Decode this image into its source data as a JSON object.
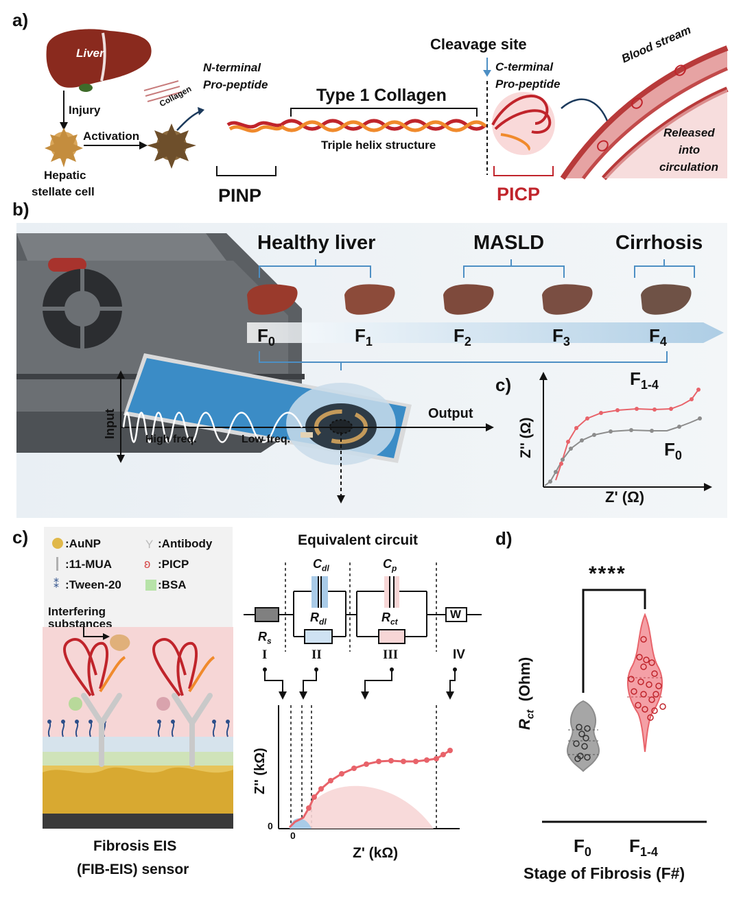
{
  "panel_a": {
    "label": "a)",
    "liver_label": "Liver",
    "injury": "Injury",
    "activation": "Activation",
    "hsc_line1": "Hepatic",
    "hsc_line2": "stellate cell",
    "collagen_small": "Collagen",
    "n_term_line1": "N-terminal",
    "n_term_line2": "Pro-peptide",
    "type1_collagen": "Type 1 Collagen",
    "triple_helix": "Triple helix structure",
    "cleavage_site": "Cleavage site",
    "c_term_line1": "C-terminal",
    "c_term_line2": "Pro-peptide",
    "blood_stream": "Blood stream",
    "released_line1": "Released",
    "released_line2": "into",
    "released_line3": "circulation",
    "pinp": "PINP",
    "picp": "PICP"
  },
  "panel_b": {
    "label": "b)",
    "healthy": "Healthy liver",
    "masld": "MASLD",
    "cirrhosis": "Cirrhosis",
    "stages": [
      {
        "main": "F",
        "sub": "0"
      },
      {
        "main": "F",
        "sub": "1"
      },
      {
        "main": "F",
        "sub": "2"
      },
      {
        "main": "F",
        "sub": "3"
      },
      {
        "main": "F",
        "sub": "4"
      }
    ],
    "input": "Input",
    "high_freq": "High freq.",
    "low_freq": "Low freq.",
    "output": "Output"
  },
  "panel_c_inset": {
    "label": "c)",
    "f14_main": "F",
    "f14_sub": "1-4",
    "f0_main": "F",
    "f0_sub": "0",
    "ylabel": "Z'' (Ω)",
    "xlabel": "Z' (Ω)"
  },
  "panel_c": {
    "label": "c)",
    "legend": [
      {
        "name": ":AuNP",
        "color": "#e0b84a"
      },
      {
        "name": ":Antibody",
        "color": "#cfcfcf"
      },
      {
        "name": ":11-MUA",
        "color": "#b0b0b0"
      },
      {
        "name": ":PICP",
        "color": "#d64a4a"
      },
      {
        "name": ":Tween-20",
        "color": "#2d4f8a"
      },
      {
        "name": ":BSA",
        "color": "#b7e3a8"
      }
    ],
    "interfering_line1": "Interfering",
    "interfering_line2": "substances",
    "sensor_line1": "Fibrosis EIS",
    "sensor_line2": "(FIB-EIS) sensor",
    "circuit_title": "Equivalent circuit",
    "elements": {
      "rs_main": "R",
      "rs_sub": "s",
      "cdl_main": "C",
      "cdl_sub": "dl",
      "rdl_main": "R",
      "rdl_sub": "dl",
      "cp_main": "C",
      "cp_sub": "p",
      "rct_main": "R",
      "rct_sub": "ct",
      "w": "W"
    },
    "romans": [
      "I",
      "II",
      "III",
      "IV"
    ],
    "nyq_ylabel": "Z'' (kΩ)",
    "nyq_xlabel": "Z' (kΩ)",
    "zero_x": "0",
    "zero_y": "0"
  },
  "panel_d": {
    "label": "d)",
    "significance": "****",
    "ylabel_main": "R",
    "ylabel_sub": "ct",
    "ylabel_unit": "(Ohm)",
    "xlabel": "Stage of Fibrosis (F#)",
    "groups": [
      {
        "main": "F",
        "sub": "0"
      },
      {
        "main": "F",
        "sub": "1-4"
      }
    ]
  },
  "colors": {
    "red": "#e8636a",
    "dark_red": "#c0242b",
    "blue": "#4d8fc4",
    "grey": "#8c8c8c"
  }
}
